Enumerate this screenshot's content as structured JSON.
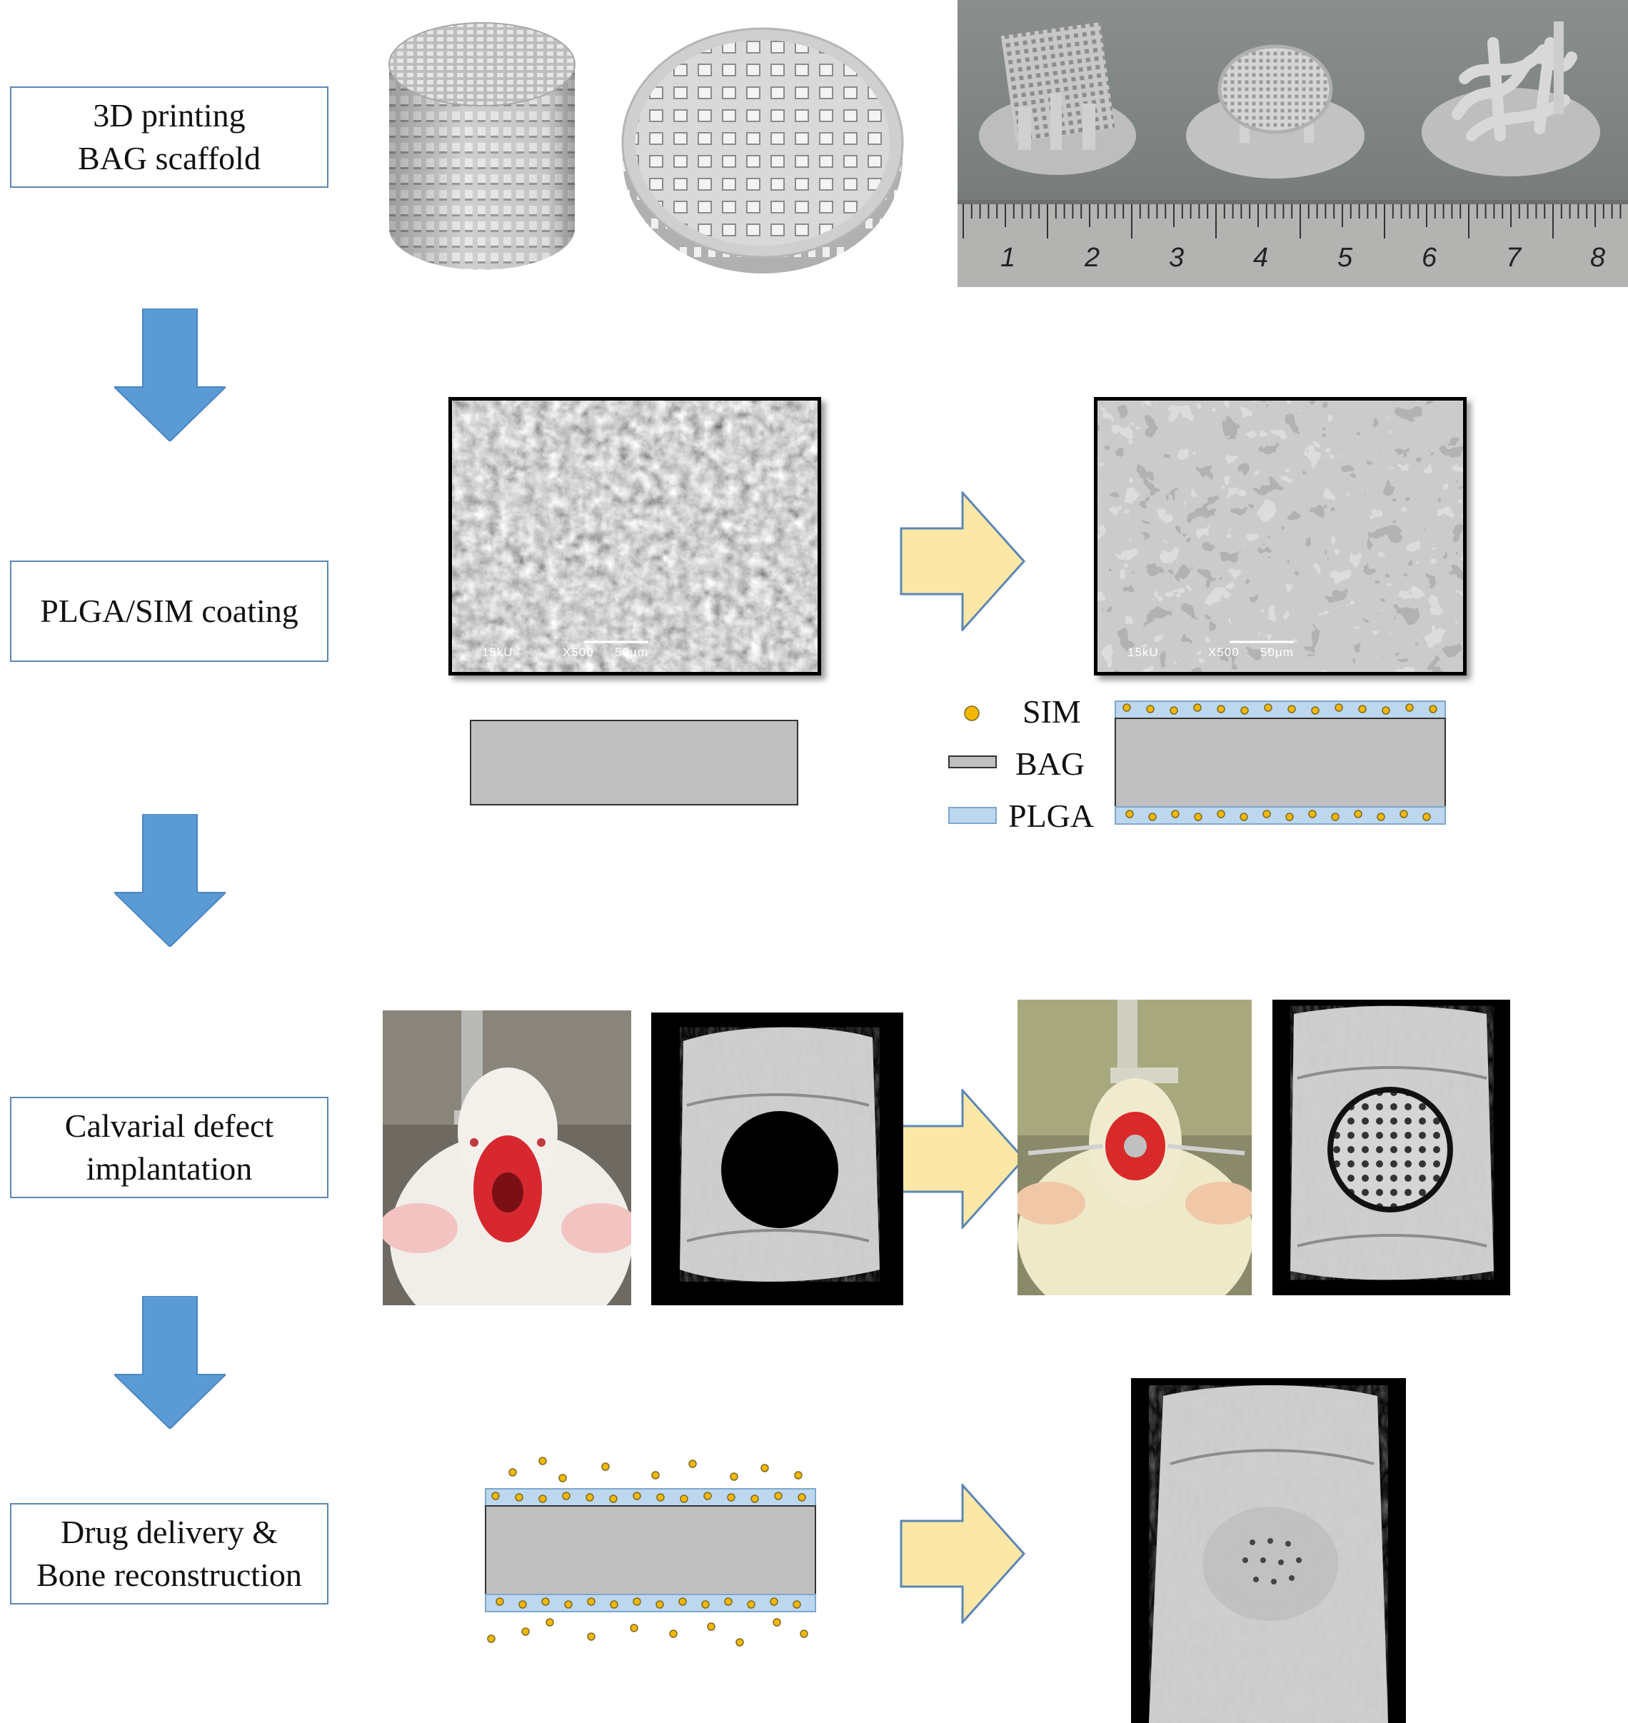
{
  "steps": [
    {
      "id": "printing",
      "lines": [
        "3D printing",
        "BAG scaffold"
      ]
    },
    {
      "id": "coating",
      "lines": [
        "PLGA/SIM coating"
      ]
    },
    {
      "id": "implantation",
      "lines": [
        "Calvarial defect",
        "implantation"
      ]
    },
    {
      "id": "delivery",
      "lines": [
        "Drug delivery &",
        "Bone reconstruction"
      ]
    }
  ],
  "legend": {
    "sim": "SIM",
    "bag": "BAG",
    "plga": "PLGA"
  },
  "ruler": {
    "numbers": [
      "1",
      "2",
      "3",
      "4",
      "5",
      "6",
      "7",
      "8"
    ]
  },
  "sem_labels": {
    "left": {
      "kv": "15kU",
      "mag": "X500",
      "scale": "50μm"
    },
    "right": {
      "kv": "15kU",
      "mag": "X500",
      "scale": "50μm"
    }
  },
  "colors": {
    "down_arrow": "#5b9bd5",
    "right_arrow_fill": "#fce8a6",
    "right_arrow_stroke": "#5b86b5",
    "step_border": "#5b86b5",
    "bag_gray": "#bfbfbf",
    "plga_blue": "#bdd7ee",
    "sim_dot": "#f5b800"
  }
}
